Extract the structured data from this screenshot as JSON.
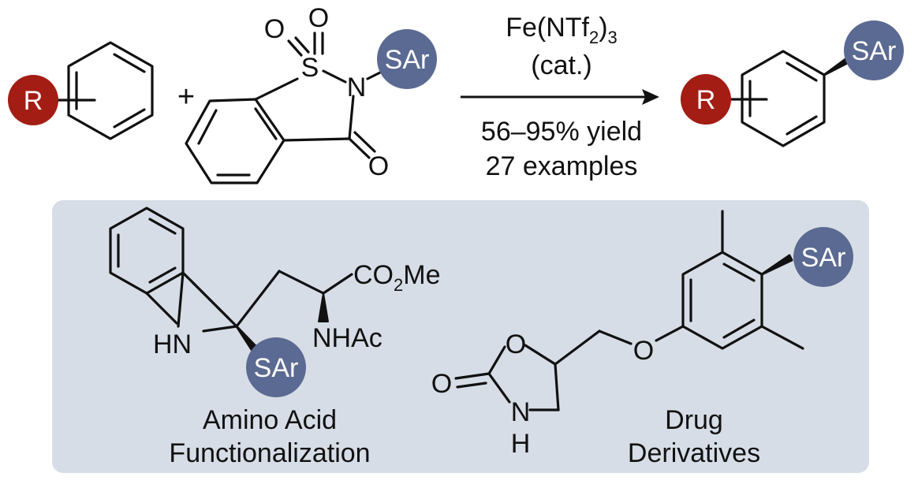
{
  "badges": {
    "r_label": "R",
    "sar_label": "SAr",
    "r_color": "#a31d14",
    "sar_color": "#5b6a92"
  },
  "reagent": {
    "atoms": {
      "o1": "O",
      "o2": "O",
      "s": "S",
      "n": "N",
      "o3": "O"
    },
    "plus": "+"
  },
  "conditions": {
    "catalyst": "Fe(NTf",
    "catalyst_sub": "2",
    "catalyst_close": ")",
    "catalyst_sub2": "3",
    "cat_note": "(cat.)",
    "yield": "56–95% yield",
    "examples": "27 examples"
  },
  "panel": {
    "bg_color": "#d7dde6",
    "amino_acid": {
      "ester_1": "CO",
      "ester_sub": "2",
      "ester_2": "Me",
      "amide": "NHAc",
      "indole_nh": "HN",
      "caption_line1": "Amino Acid",
      "caption_line2": "Functionalization"
    },
    "drug": {
      "ring_o": "O",
      "carbonyl_o": "O",
      "ring_n": "N",
      "ring_h": "H",
      "ether_o": "O",
      "caption_line1": "Drug",
      "caption_line2": "Derivatives"
    }
  }
}
